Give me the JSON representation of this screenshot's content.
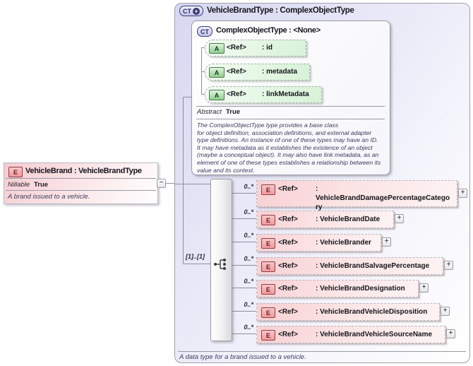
{
  "icons": {
    "collapse": "−",
    "expand": "+",
    "sequence": "sequence-indicator"
  },
  "colors": {
    "element_accent": "#f2989e",
    "attribute_accent": "#93cd93",
    "type_accent": "#c2c2e8",
    "canvas_lavender": "#d7d7f1"
  },
  "element_box": {
    "kind_icon": "E",
    "title": "VehicleBrand : VehicleBrandType",
    "nillable_label": "Nillable",
    "nillable_value": "True",
    "description": "A brand issued to a vehicle."
  },
  "sequence": {
    "cardinality": "[1]..[1]"
  },
  "type_box": {
    "kind_icon": "CT",
    "title": "VehicleBrandType : ComplexObjectType",
    "footer_description": "A data type for a brand issued to a vehicle.",
    "base_type": {
      "kind_icon": "CT",
      "title": "ComplexObjectType : <None>",
      "abstract_label": "Abstract",
      "abstract_value": "True",
      "description": "The ComplexObjectType type provides a base class\nfor object definition, association definitions, and external adapter\ntype definitions. An instance of one of these types may have an ID.\nIt may have metadata as it establishes the existence of an object\n(maybe a conceptual object). It may also have link metadata, as an\nelement of one of these types establishes a relationship between its\nvalue and its context.",
      "attributes": [
        {
          "kind_icon": "A",
          "ref": "<Ref>",
          "name": ": id"
        },
        {
          "kind_icon": "A",
          "ref": "<Ref>",
          "name": ": metadata"
        },
        {
          "kind_icon": "A",
          "ref": "<Ref>",
          "name": ": linkMetadata"
        }
      ]
    },
    "elements": [
      {
        "cardinality": "0..*",
        "kind_icon": "E",
        "ref": "<Ref>",
        "name": ": VehicleBrandDamagePercentageCategory"
      },
      {
        "cardinality": "0..*",
        "kind_icon": "E",
        "ref": "<Ref>",
        "name": ": VehicleBrandDate"
      },
      {
        "cardinality": "0..*",
        "kind_icon": "E",
        "ref": "<Ref>",
        "name": ": VehicleBrander"
      },
      {
        "cardinality": "0..*",
        "kind_icon": "E",
        "ref": "<Ref>",
        "name": ": VehicleBrandSalvagePercentage"
      },
      {
        "cardinality": "0..*",
        "kind_icon": "E",
        "ref": "<Ref>",
        "name": ": VehicleBrandDesignation"
      },
      {
        "cardinality": "0..*",
        "kind_icon": "E",
        "ref": "<Ref>",
        "name": ": VehicleBrandVehicleDisposition"
      },
      {
        "cardinality": "0..*",
        "kind_icon": "E",
        "ref": "<Ref>",
        "name": ": VehicleBrandVehicleSourceName"
      }
    ]
  }
}
